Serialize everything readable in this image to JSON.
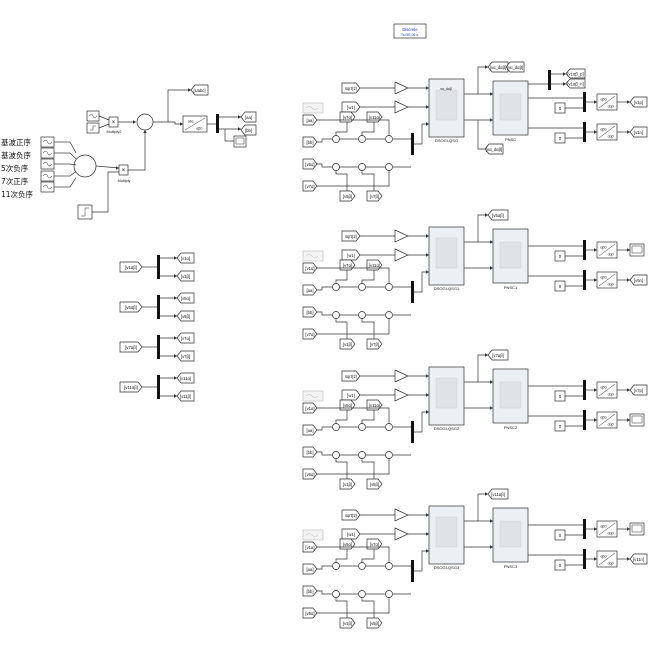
{
  "diagram": {
    "solver_block": {
      "line1": "Discrete",
      "line2": "Ts=5E-06 s."
    },
    "left_labels": [
      "基波正序",
      "基波负序",
      "5次负序",
      "7次正序",
      "11次负序"
    ],
    "top_model": {
      "uabc_tag": "[Uabc]",
      "multiply_labels": [
        "Multiply2",
        "Multiply"
      ],
      "transform": {
        "in": "abc",
        "out": "αβ0"
      },
      "ab_tags": [
        "[aa]",
        "[bb]"
      ]
    },
    "goto_groups": [
      {
        "input": "[v1αβ]",
        "outputs": [
          "[v1α]",
          "[v1β]"
        ]
      },
      {
        "input": "[v5αβ]",
        "outputs": [
          "[v5α]",
          "[v5β]"
        ]
      },
      {
        "input": "[v7αβ]",
        "outputs": [
          "[v7α]",
          "[v7β]"
        ]
      },
      {
        "input": "[v11αβ]",
        "outputs": [
          "[v11α]",
          "[v11β]"
        ]
      }
    ],
    "stages": [
      {
        "inputs": [
          "sqrt(2)",
          "[w1]"
        ],
        "dsogi": "DSOGI-QSG",
        "pnsc": "PNSC",
        "dsogi_ports": [
          "vα_dαβ"
        ],
        "goto_top": "[vα_dαβ]",
        "goto_bottom": "[vα_dαβ]",
        "pnsc_out_tags": [
          "[v1αβ_p]",
          "[v1αβ_n]"
        ],
        "signals": [
          "[aa]",
          "[bb]",
          "[v5α]",
          "[v7α]",
          "[v11α]",
          "[v5β]",
          "[v7β]",
          "[v11β]"
        ],
        "const": "0",
        "out_tags": [
          "[v1p]",
          "[v1n]"
        ]
      },
      {
        "inputs": [
          "sqrt(2)",
          "[w1]"
        ],
        "dsogi": "DSOGI-QSG1",
        "pnsc": "PNSC1",
        "goto_top": "[v5αβ]",
        "signals": [
          "[v1α]",
          "[aa]",
          "[bb]",
          "[v7α]",
          "[v11α]",
          "[v1β]",
          "[v7β]",
          "[v11β]"
        ],
        "const": "0",
        "out_tags": [
          "[v5n]"
        ]
      },
      {
        "inputs": [
          "sqrt(2)",
          "[w1]"
        ],
        "dsogi": "DSOGI-QSG2",
        "pnsc": "PNSC2",
        "goto_top": "[v7αβ]",
        "signals": [
          "[v1α]",
          "[aa]",
          "[bb]",
          "[v5α]",
          "[v11α]",
          "[v1β]",
          "[v5β]",
          "[v11β]"
        ],
        "const": "0",
        "out_tags": [
          "[v7p]"
        ]
      },
      {
        "inputs": [
          "sqrt(2)",
          "[w1]"
        ],
        "dsogi": "DSOGI-QSG3",
        "pnsc": "PNSC3",
        "goto_top": "[v11αβ]",
        "signals": [
          "[v1α]",
          "[aa]",
          "[bb]",
          "[v5α]",
          "[v7α]",
          "[v1β]",
          "[v5β]",
          "[v7β]"
        ],
        "const": "0",
        "out_tags": [
          "[v11n]"
        ]
      }
    ],
    "dq_block": {
      "in": "αβ0",
      "out": "dq0"
    },
    "colors": {
      "line": "#333333",
      "block_border": "#2f2f2f",
      "solver_text": "#1a3ccc",
      "subsystem_fill": "#eceff3"
    }
  }
}
